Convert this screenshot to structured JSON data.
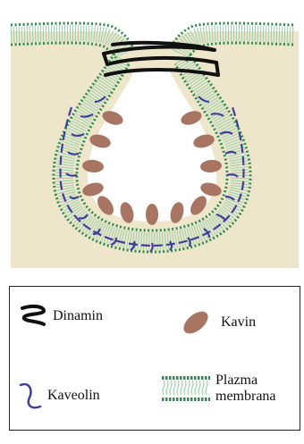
{
  "colors": {
    "cytoplasm": "#ede6ca",
    "membrane_head": "#2f8a4e",
    "membrane_tail": "#9ccfb0",
    "caveolin": "#3f3f9a",
    "kavin": "#a87562",
    "dynamin": "#111111"
  },
  "legend": {
    "dinamin_label": "Dinamin",
    "kavin_label": "Kavin",
    "kaveolin_label": "Kaveolin",
    "plazma_line1": "Plazma",
    "plazma_line2": "membrana"
  },
  "icons": {
    "dinamin": "dynamin-coil-icon",
    "kavin": "kavin-ellipse-icon",
    "kaveolin": "caveolin-strand-icon",
    "plazma": "plasma-membrane-icon"
  }
}
